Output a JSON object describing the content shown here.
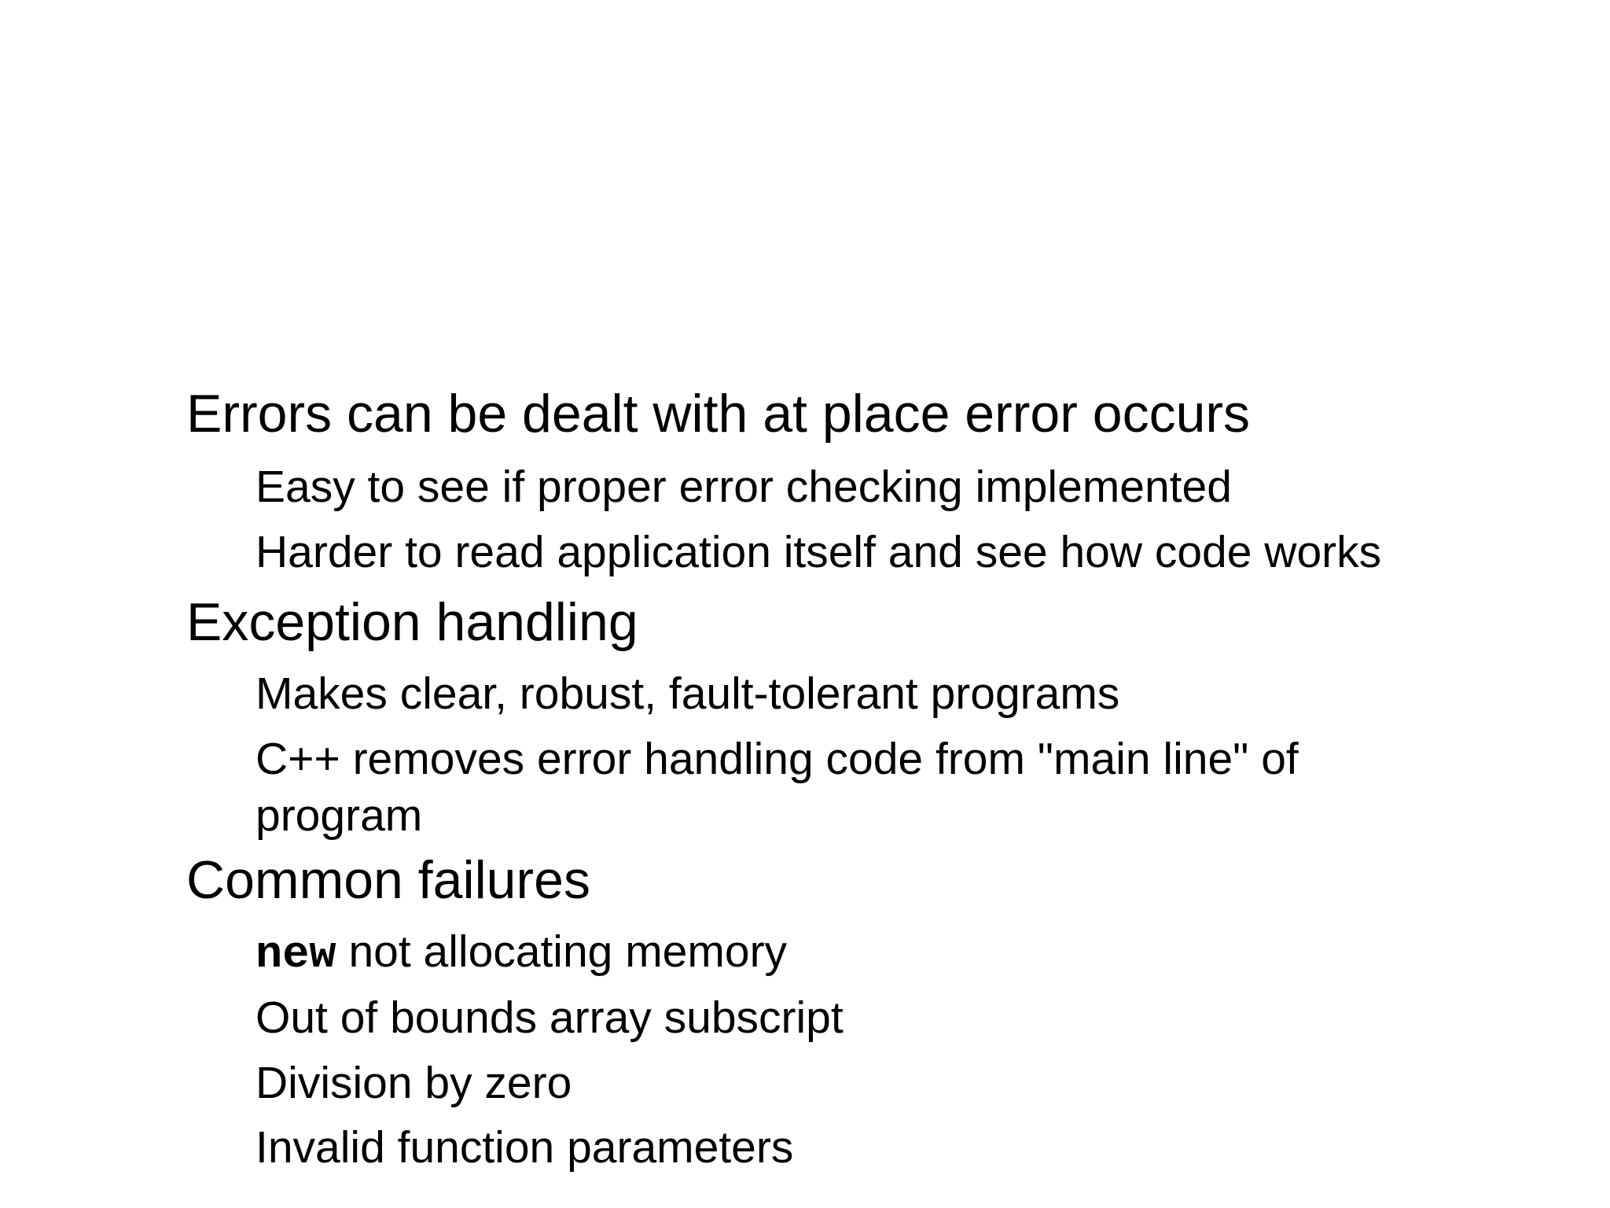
{
  "slide": {
    "colors": {
      "background": "#ffffff",
      "text": "#000000"
    },
    "sections": [
      {
        "heading": "Errors can be dealt with at place error occurs",
        "bullets": [
          "Easy to see if proper error checking implemented",
          "Harder to read application itself and see how code works"
        ]
      },
      {
        "heading": "Exception handling",
        "bullets": [
          "Makes clear, robust, fault-tolerant programs",
          "C++ removes error handling code from \"main line\" of program"
        ]
      },
      {
        "heading": "Common failures",
        "keyword_bullet": {
          "keyword": "new",
          "rest": " not allocating memory"
        },
        "bullets": [
          "Out of bounds array subscript",
          "Division by zero",
          "Invalid function parameters"
        ]
      }
    ]
  }
}
